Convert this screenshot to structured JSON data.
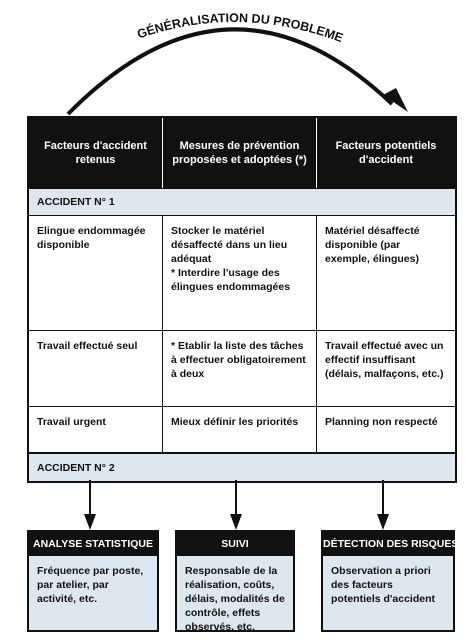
{
  "title": "GÉNÉRALISATION DU PROBLEME",
  "table": {
    "headers": [
      "Facteurs d'accident retenus",
      "Mesures de prévention proposées et adoptées (*)",
      "Facteurs potentiels d'accident"
    ],
    "section1": "ACCIDENT N° 1",
    "section2": "ACCIDENT N° 2",
    "rows": [
      {
        "factor": "Elingue endommagée disponible",
        "measure_1": "Stocker le matériel désaffecté dans un lieu adéquat",
        "measure_2": "* Interdire l'usage des élingues endommagées",
        "potential": "Matériel désaffecté disponible (par exemple, élingues)"
      },
      {
        "factor": "Travail effectué seul",
        "measure_1": "* Etablir la liste des tâches à effectuer obligatoirement à deux",
        "potential": "Travail effectué avec un effectif insuffisant (délais, malfaçons, etc.)"
      },
      {
        "factor": "Travail urgent",
        "measure_1": "Mieux définir les priorités",
        "potential": "Planning non respecté"
      }
    ]
  },
  "boxes": [
    {
      "title": "ANALYSE STATISTIQUE",
      "body": "Fréquence par poste, par atelier, par activité, etc."
    },
    {
      "title": "SUIVI",
      "body": "Responsable de la réalisation, coûts, délais, modalités de contrôle, effets observés, etc."
    },
    {
      "title": "DÉTECTION DES RISQUES",
      "body": "Observation a priori des facteurs potentiels d'accident"
    }
  ],
  "colors": {
    "ink": "#111111",
    "pale_blue": "#dce7ef"
  }
}
